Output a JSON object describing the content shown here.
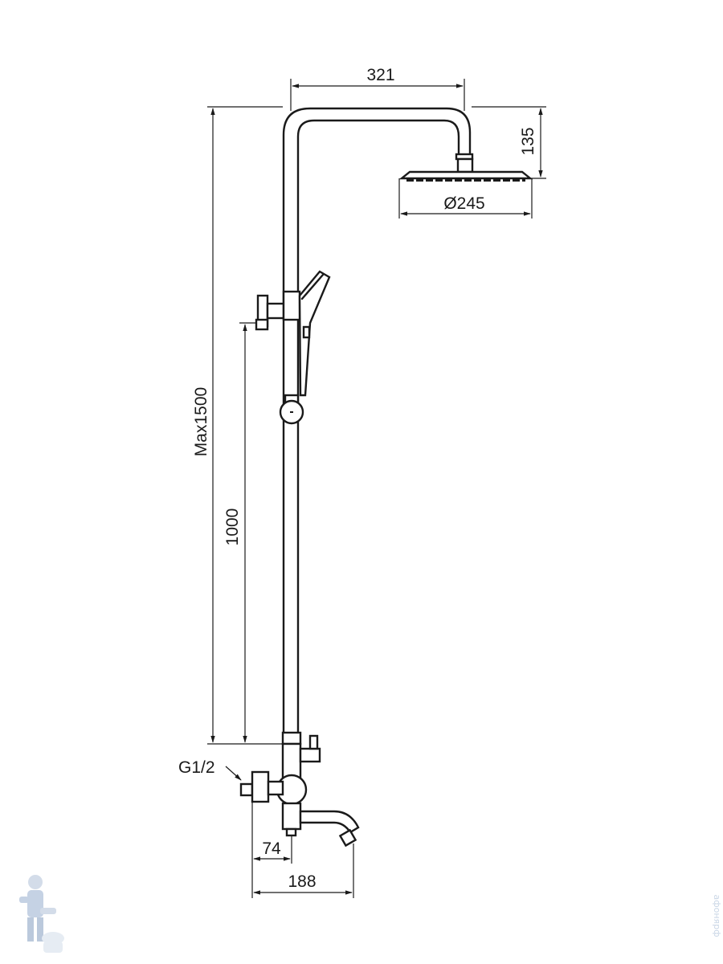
{
  "dimensions": {
    "overhead_reach": "321",
    "arm_height": "135",
    "head_diameter": "Ø245",
    "max_height": "Max1500",
    "holder_height": "1000",
    "inlet_thread": "G1/2",
    "wall_to_mixer": "74",
    "wall_to_spout": "188"
  },
  "watermark": {
    "site": "афонярф",
    "logo_icon": "plumber-mascot-icon"
  },
  "colors": {
    "line": "#1a1a1a",
    "background": "#ffffff",
    "watermark": "#c9d6e6"
  }
}
